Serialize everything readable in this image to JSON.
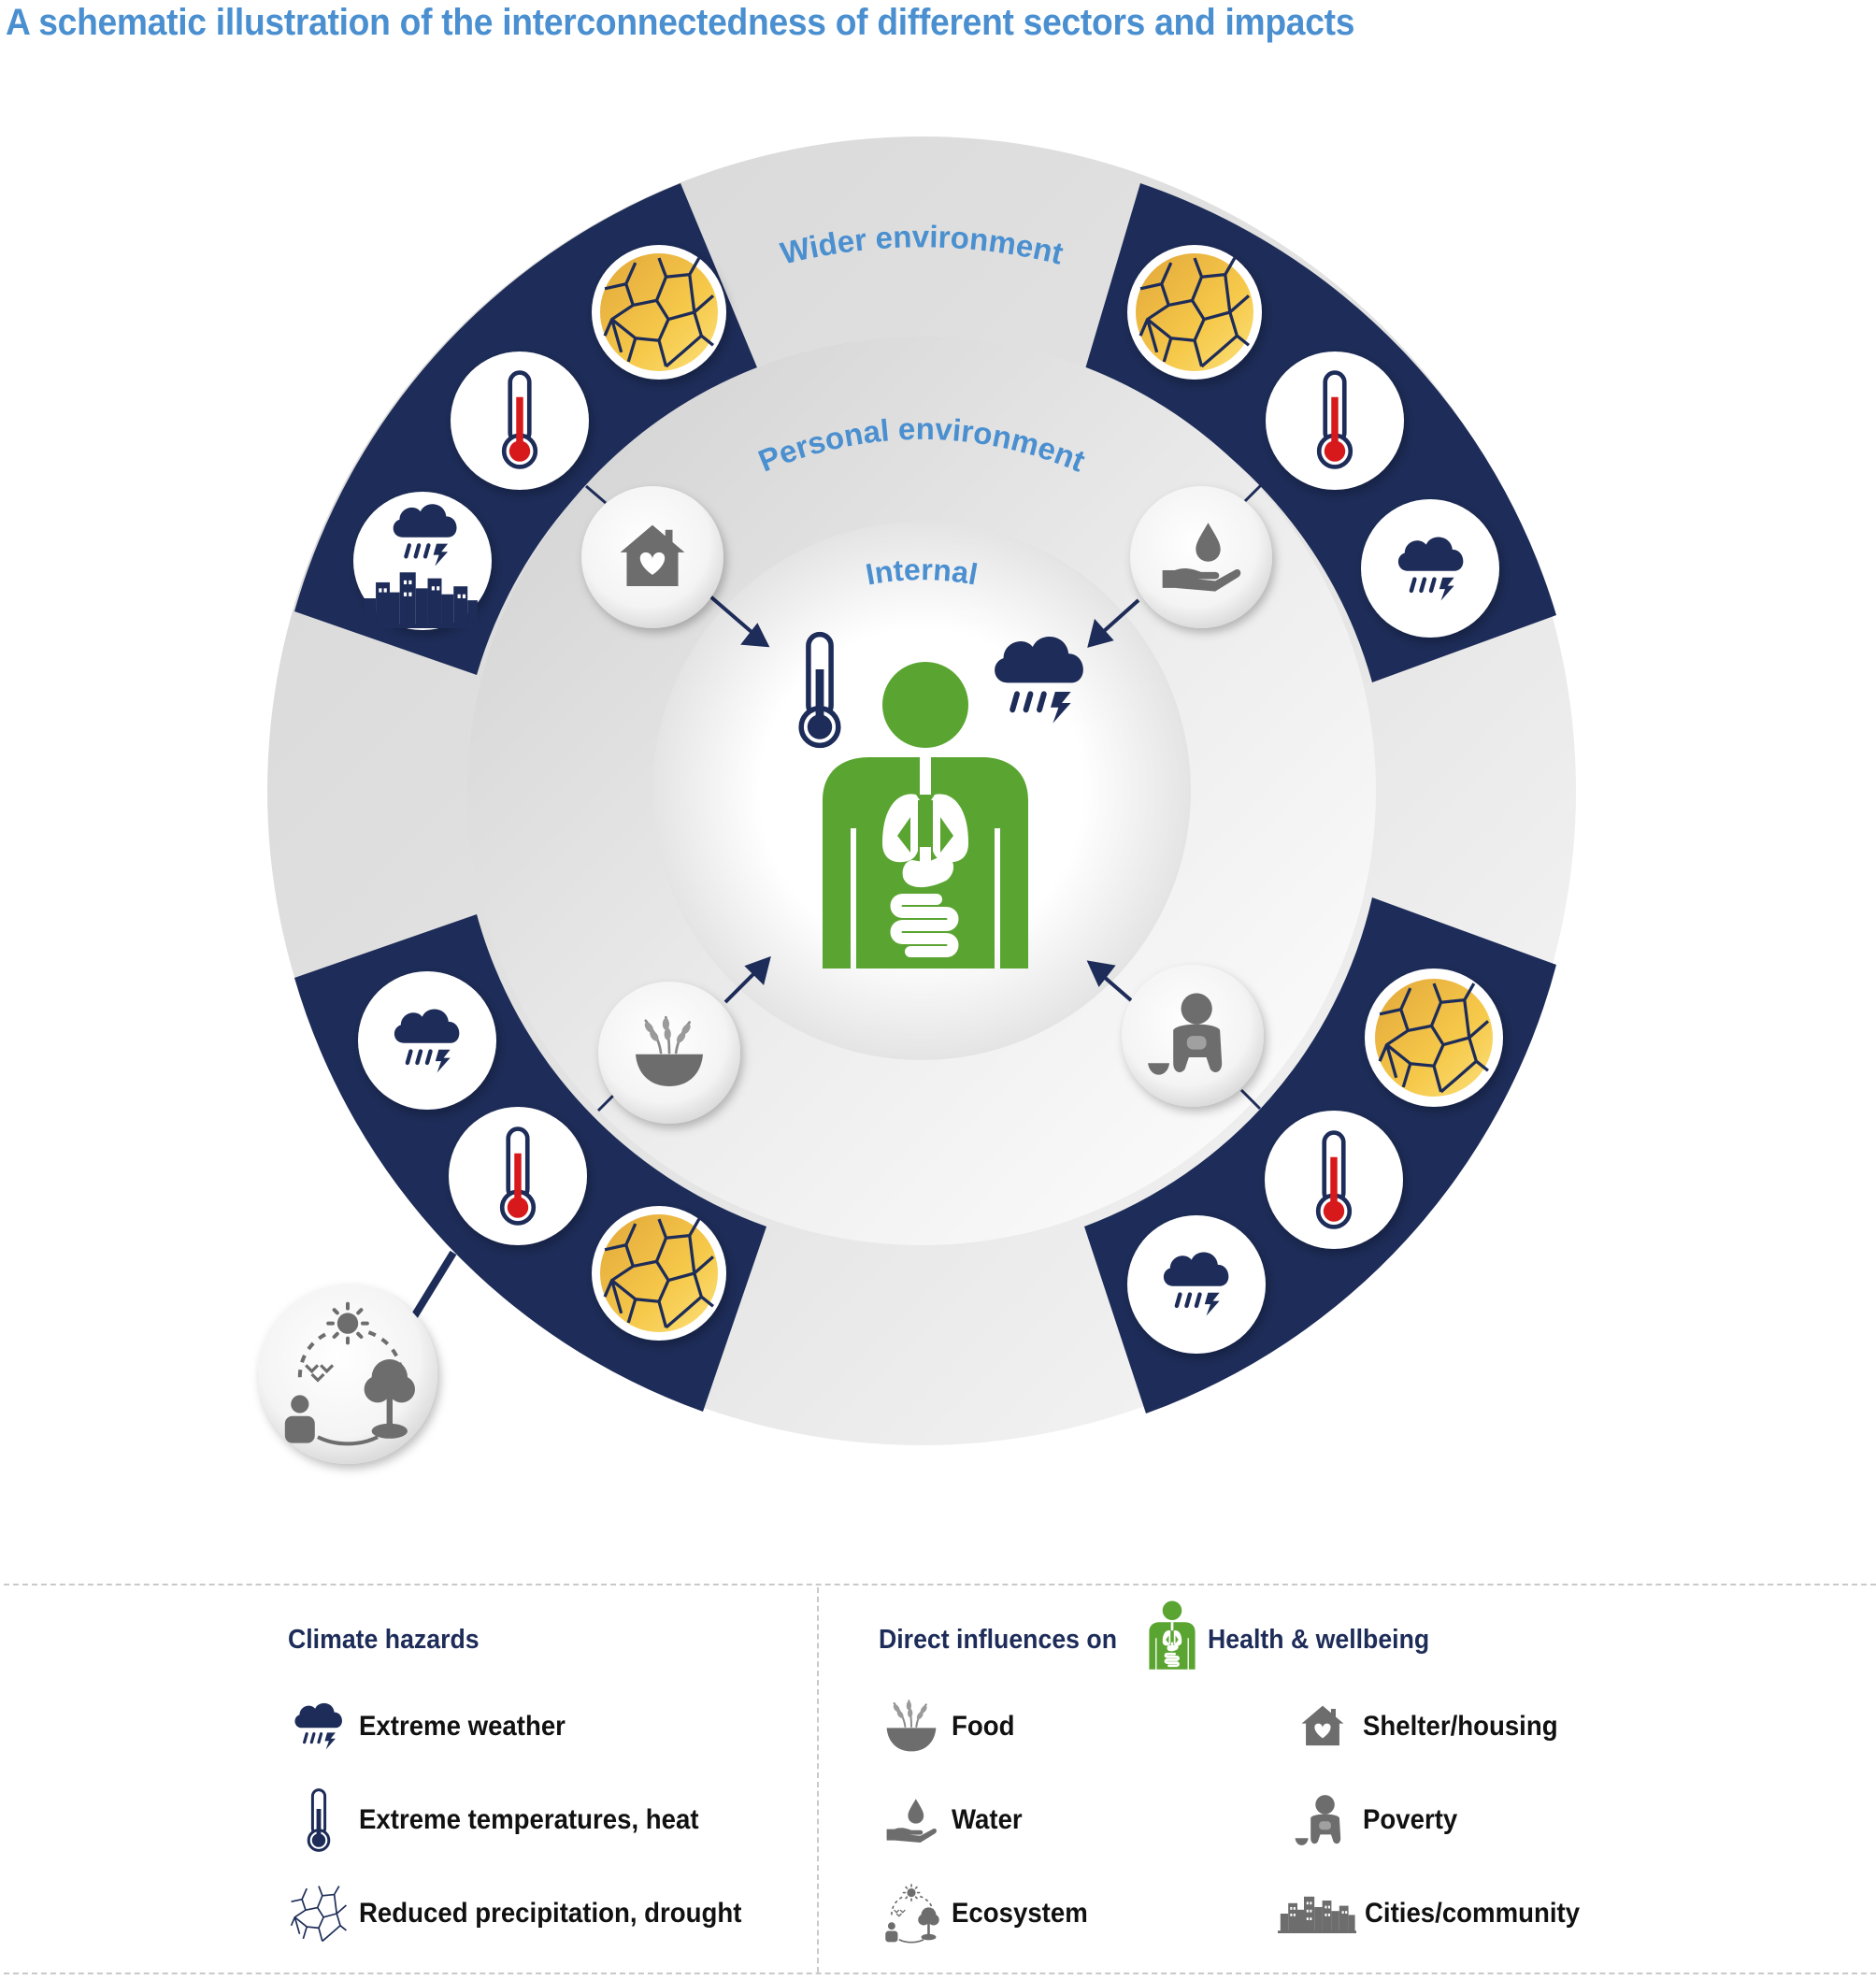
{
  "title": "A schematic illustration of the interconnectedness of different sectors and impacts",
  "rings": {
    "wider": "Wider environment",
    "personal": "Personal environment",
    "internal": "Internal"
  },
  "colors": {
    "navy": "#1d2c58",
    "accent_blue": "#4a8fd0",
    "health_green": "#5aa531",
    "thermometer_red": "#d7191c",
    "drought_yellow": "#f6c94a",
    "influence_grey": "#6d6d6d"
  },
  "legend": {
    "hazards_title": "Climate hazards",
    "hazards": [
      {
        "icon": "storm-cloud-icon",
        "label": "Extreme weather"
      },
      {
        "icon": "thermometer-icon",
        "label": "Extreme temperatures, heat"
      },
      {
        "icon": "cracked-earth-icon",
        "label": "Reduced precipitation, drought"
      }
    ],
    "influences_title_prefix": "Direct influences on",
    "influences_title_suffix": "Health & wellbeing",
    "influences": [
      {
        "icon": "food-bowl-icon",
        "label": "Food"
      },
      {
        "icon": "shelter-house-icon",
        "label": "Shelter/housing"
      },
      {
        "icon": "water-hand-icon",
        "label": "Water"
      },
      {
        "icon": "poverty-person-icon",
        "label": "Poverty"
      },
      {
        "icon": "ecosystem-icon",
        "label": "Ecosystem"
      },
      {
        "icon": "city-skyline-icon",
        "label": "Cities/community"
      }
    ]
  }
}
